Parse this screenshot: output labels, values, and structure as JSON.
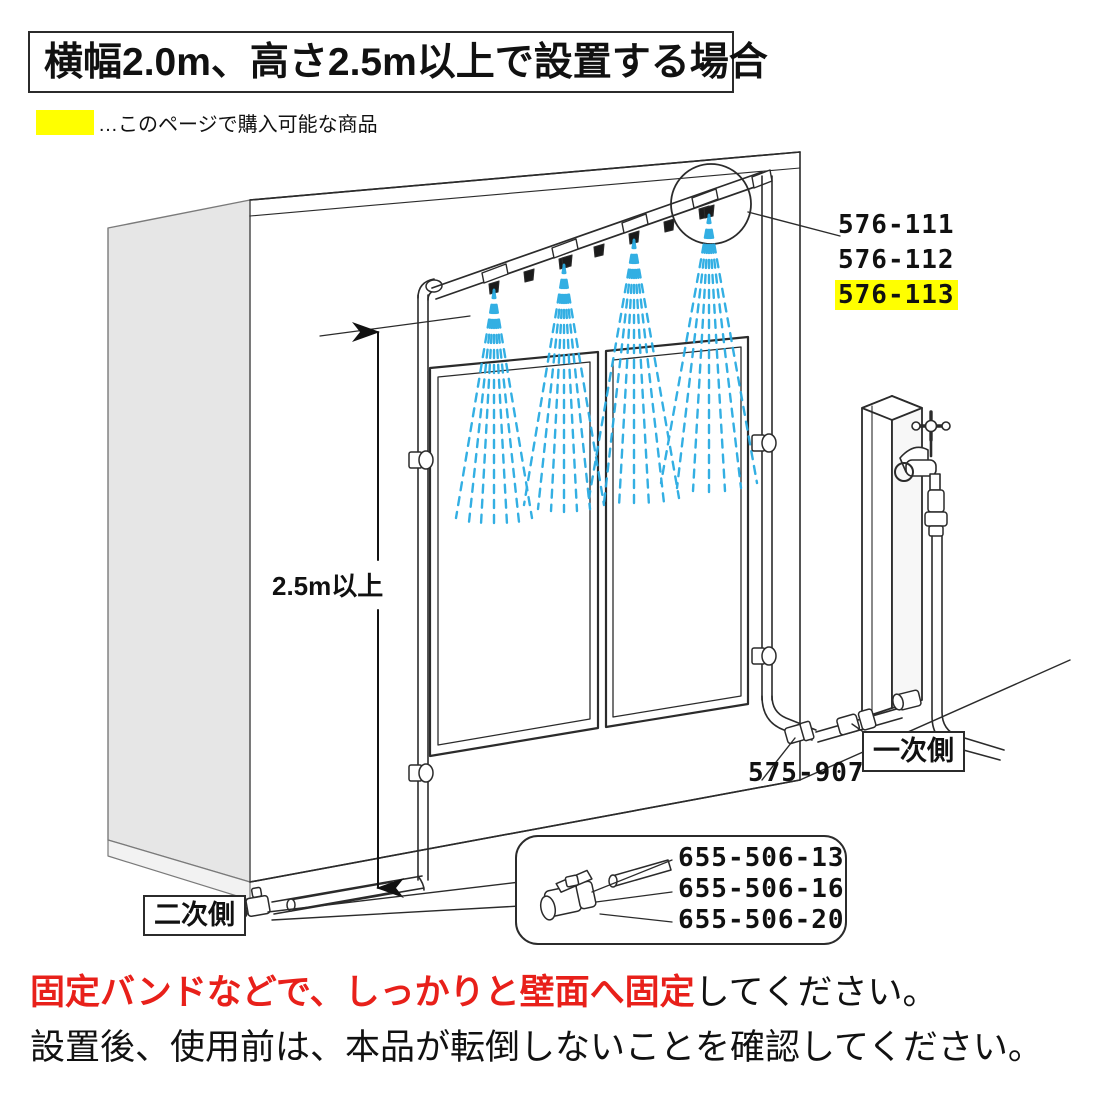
{
  "header": {
    "title": "横幅2.0m、高さ2.5m以上で設置する場合"
  },
  "legend": {
    "swatch_color": "#ffff00",
    "text": "…このページで購入可能な商品"
  },
  "diagram": {
    "dimension_label": "2.5m以上",
    "side_labels": {
      "primary": "一次側",
      "secondary": "二次側"
    },
    "part_numbers": {
      "header_pipe": [
        "576-111",
        "576-112",
        "576-113"
      ],
      "header_pipe_highlighted": "576-113",
      "connector": "575-907",
      "callout_box": [
        "655-506-13",
        "655-506-16",
        "655-506-20"
      ]
    },
    "spray_color": "#29abe2",
    "wall_fill": "#e6e6e6",
    "line_color": "#2b2b2b",
    "nozzle_count": 9,
    "spray_cone_count": 4,
    "window_pane_count": 2,
    "wall_band_count": 4
  },
  "notes": {
    "line1_red": "固定バンドなどで、しっかりと壁面へ固定",
    "line1_black": "してください。",
    "line2": "設置後、使用前は、本品が転倒しないことを確認してください。"
  }
}
